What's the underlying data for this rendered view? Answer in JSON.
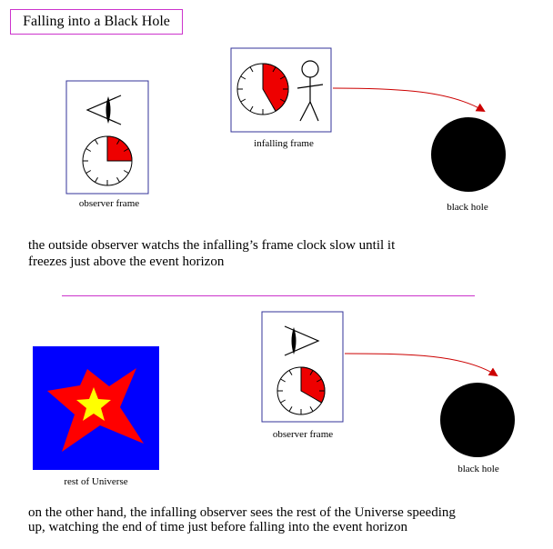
{
  "title": "Falling into a Black Hole",
  "top": {
    "observer_caption": "observer frame",
    "infalling_caption": "infalling frame",
    "blackhole_caption": "black hole",
    "paragraph_line1": "the outside observer watchs the infalling’s frame clock slow until it",
    "paragraph_line2": "freezes just above the event horizon"
  },
  "bottom": {
    "universe_caption": "rest of Universe",
    "observer_caption": "observer frame",
    "blackhole_caption": "black hole",
    "paragraph_line1": "on the other hand, the infalling observer sees the rest of the Universe speeding",
    "paragraph_line2": "up, watching the end of time just before falling into the event horizon"
  },
  "colors": {
    "frame_border": "#333399",
    "clock_fill": "#ee0000",
    "separator": "#cc33cc",
    "universe_bg": "#0000ff",
    "burst_red": "#ff0000",
    "burst_yellow": "#ffff00",
    "black_hole": "#000000",
    "arrow": "#cc0000"
  },
  "icons": [
    "eye-icon",
    "clock-icon",
    "stick-figure-icon",
    "explosion-icon",
    "black-hole-icon",
    "arrow-icon"
  ]
}
